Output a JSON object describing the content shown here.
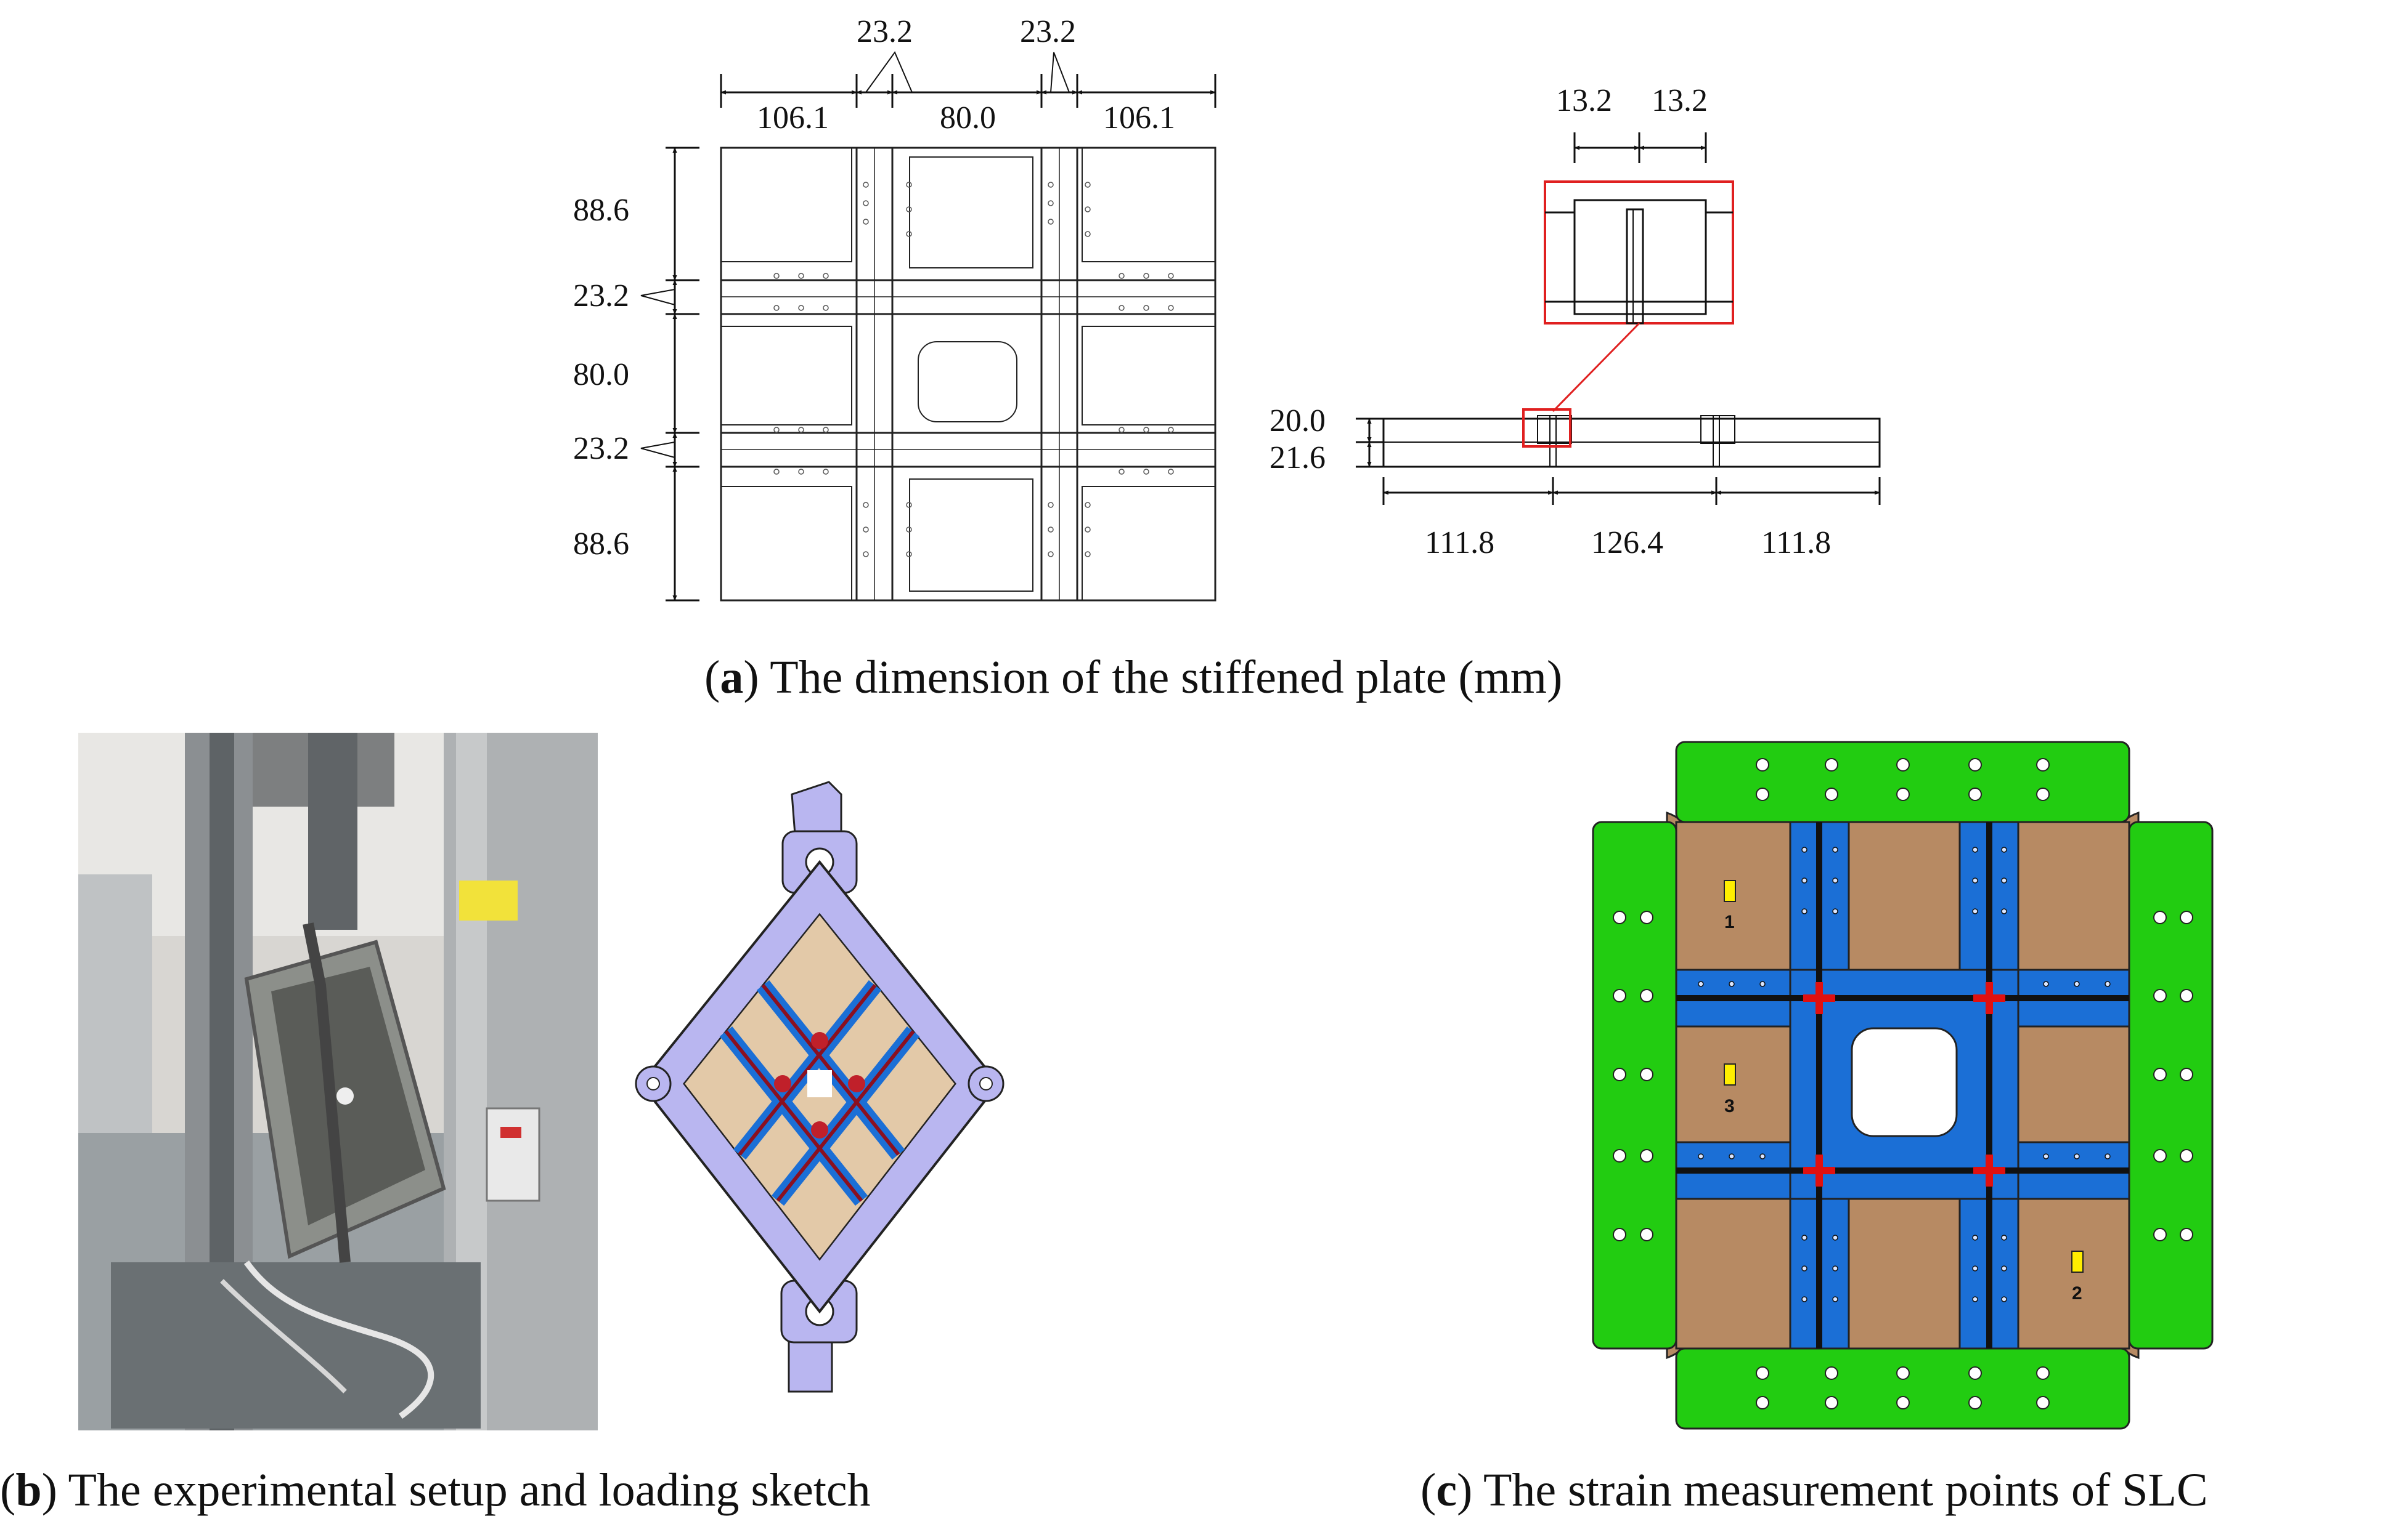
{
  "panel_a": {
    "dims_top": [
      "23.2",
      "23.2",
      "106.1",
      "80.0",
      "106.1"
    ],
    "dims_left": [
      "88.6",
      "23.2",
      "80.0",
      "23.2",
      "88.6"
    ],
    "dims_detail": [
      "13.2",
      "13.2"
    ],
    "dims_side": [
      "20.0",
      "21.6"
    ],
    "dims_bottom": [
      "111.8",
      "126.4",
      "111.8"
    ],
    "caption_letter": "a",
    "caption_text": "The dimension of the stiffened plate (mm)"
  },
  "panel_b": {
    "caption_letter": "b",
    "caption_text": "The experimental setup and loading sketch"
  },
  "panel_c": {
    "points": [
      "1",
      "3",
      "2"
    ],
    "caption_letter": "c",
    "caption_text": "The strain measurement points of SLC"
  },
  "colors": {
    "frame": "#22cc11",
    "stiffener": "#1b6fd6",
    "panel": "#b78a63",
    "cross": "#e01010",
    "gauge": "#ffee00",
    "fixture": "#b9b6f0"
  }
}
